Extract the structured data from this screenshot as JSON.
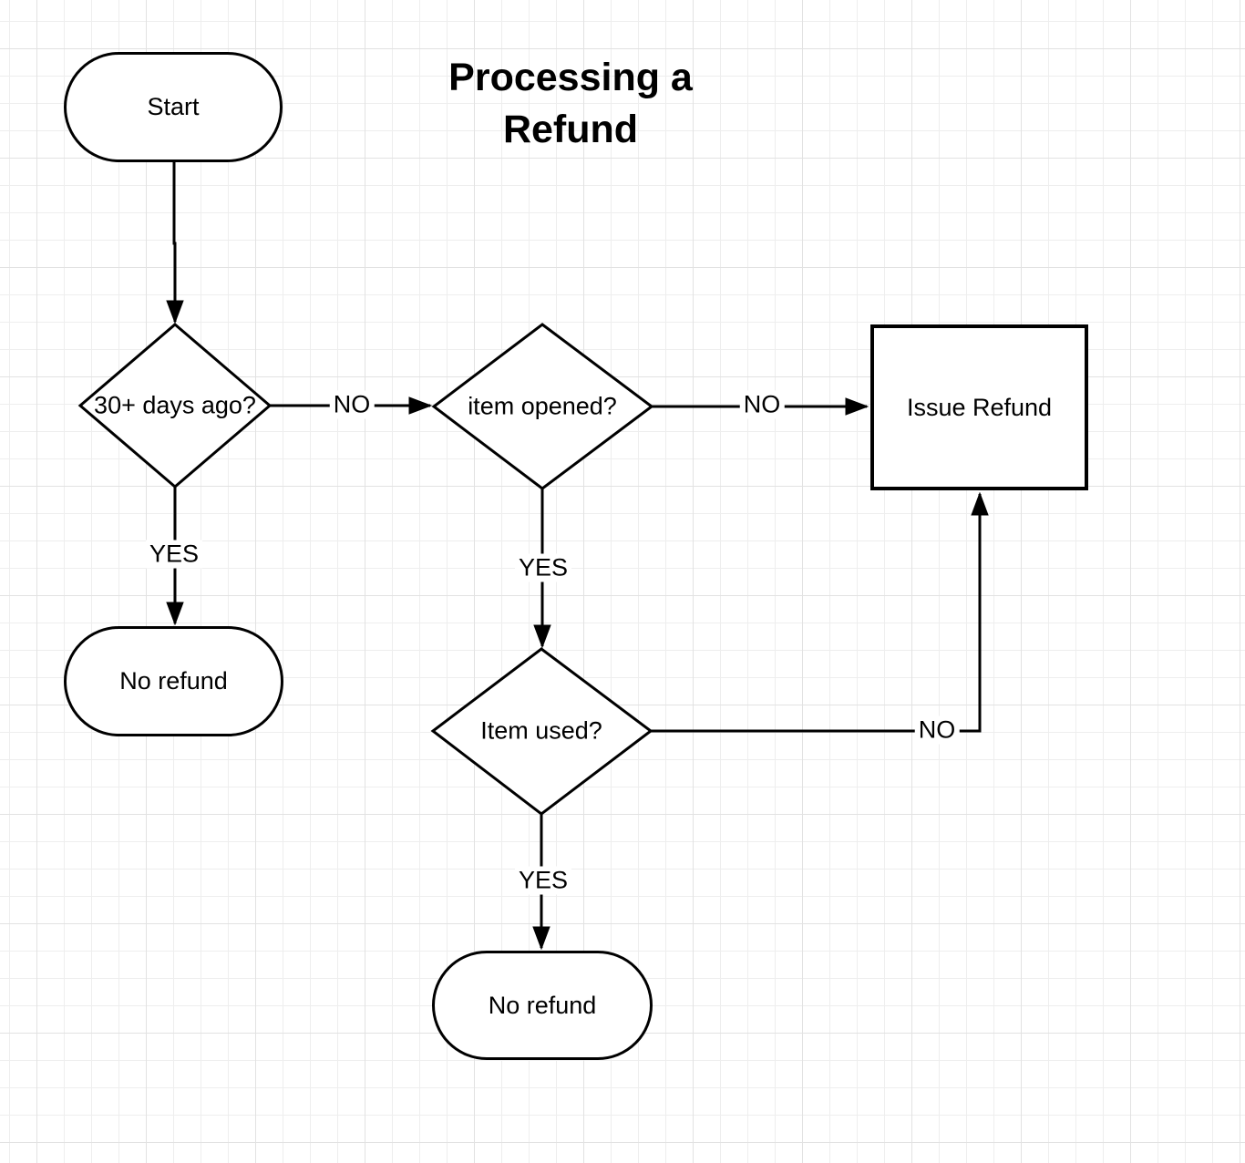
{
  "title": {
    "line1": "Processing a",
    "line2": "Refund"
  },
  "nodes": {
    "start": {
      "label": "Start",
      "type": "terminator"
    },
    "check_30_days": {
      "label": "30+ days ago?",
      "type": "decision"
    },
    "check_item_opened": {
      "label": "item opened?",
      "type": "decision"
    },
    "check_item_used": {
      "label": "Item used?",
      "type": "decision"
    },
    "issue_refund": {
      "label": "Issue Refund",
      "type": "process"
    },
    "no_refund_left": {
      "label": "No refund",
      "type": "terminator"
    },
    "no_refund_bottom": {
      "label": "No refund",
      "type": "terminator"
    }
  },
  "edges": [
    {
      "from": "start",
      "to": "check_30_days",
      "label": ""
    },
    {
      "from": "check_30_days",
      "to": "check_item_opened",
      "label": "NO"
    },
    {
      "from": "check_30_days",
      "to": "no_refund_left",
      "label": "YES"
    },
    {
      "from": "check_item_opened",
      "to": "issue_refund",
      "label": "NO"
    },
    {
      "from": "check_item_opened",
      "to": "check_item_used",
      "label": "YES"
    },
    {
      "from": "check_item_used",
      "to": "issue_refund",
      "label": "NO"
    },
    {
      "from": "check_item_used",
      "to": "no_refund_bottom",
      "label": "YES"
    }
  ],
  "colors": {
    "background": "#ffffff",
    "grid_minor": "#eeeeee",
    "grid_major": "#e2e2e2",
    "shape_fill": "#ffffff",
    "stroke": "#000000",
    "text": "#000000"
  }
}
